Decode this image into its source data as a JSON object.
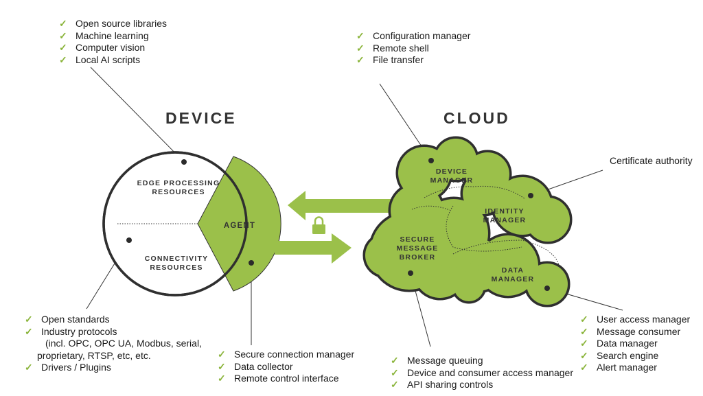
{
  "titles": {
    "device": "DEVICE",
    "cloud": "CLOUD"
  },
  "device_nodes": {
    "edge": [
      "EDGE PROCESSING",
      "RESOURCES"
    ],
    "connectivity": [
      "CONNECTIVITY",
      "RESOURCES"
    ],
    "agent": "AGENT"
  },
  "cloud_nodes": {
    "device_manager": [
      "DEVICE",
      "MANAGER"
    ],
    "identity_manager": [
      "IDENTITY",
      "MANAGER"
    ],
    "secure_broker": [
      "SECURE",
      "MESSAGE",
      "BROKER"
    ],
    "data_manager": [
      "DATA",
      "MANAGER"
    ]
  },
  "certificate_label": "Certificate authority",
  "lists": {
    "edge": [
      "Open source libraries",
      "Machine learning",
      "Computer vision",
      "Local AI scripts"
    ],
    "device_manager": [
      "Configuration manager",
      "Remote shell",
      "File transfer"
    ],
    "connectivity": {
      "items": [
        "Open standards",
        "Industry protocols"
      ],
      "continuation": [
        "(incl. OPC, OPC UA, Modbus, serial,",
        "proprietary, RTSP, etc, etc."
      ],
      "last": "Drivers / Plugins"
    },
    "agent": [
      "Secure connection manager",
      "Data collector",
      "Remote control interface"
    ],
    "broker": [
      "Message queuing",
      "Device and consumer access manager",
      "API sharing controls"
    ],
    "data_manager": [
      "User access manager",
      "Message consumer",
      "Data manager",
      "Search engine",
      "Alert manager"
    ]
  },
  "colors": {
    "green": "#9bc04a",
    "accent_check": "#8ab43a",
    "outline": "#2f2f2f",
    "dots": "#2b2b2b"
  },
  "icons": {
    "check": "check-icon",
    "lock": "lock-icon",
    "arrow_left": "arrow-left-icon",
    "arrow_right": "arrow-right-icon"
  }
}
